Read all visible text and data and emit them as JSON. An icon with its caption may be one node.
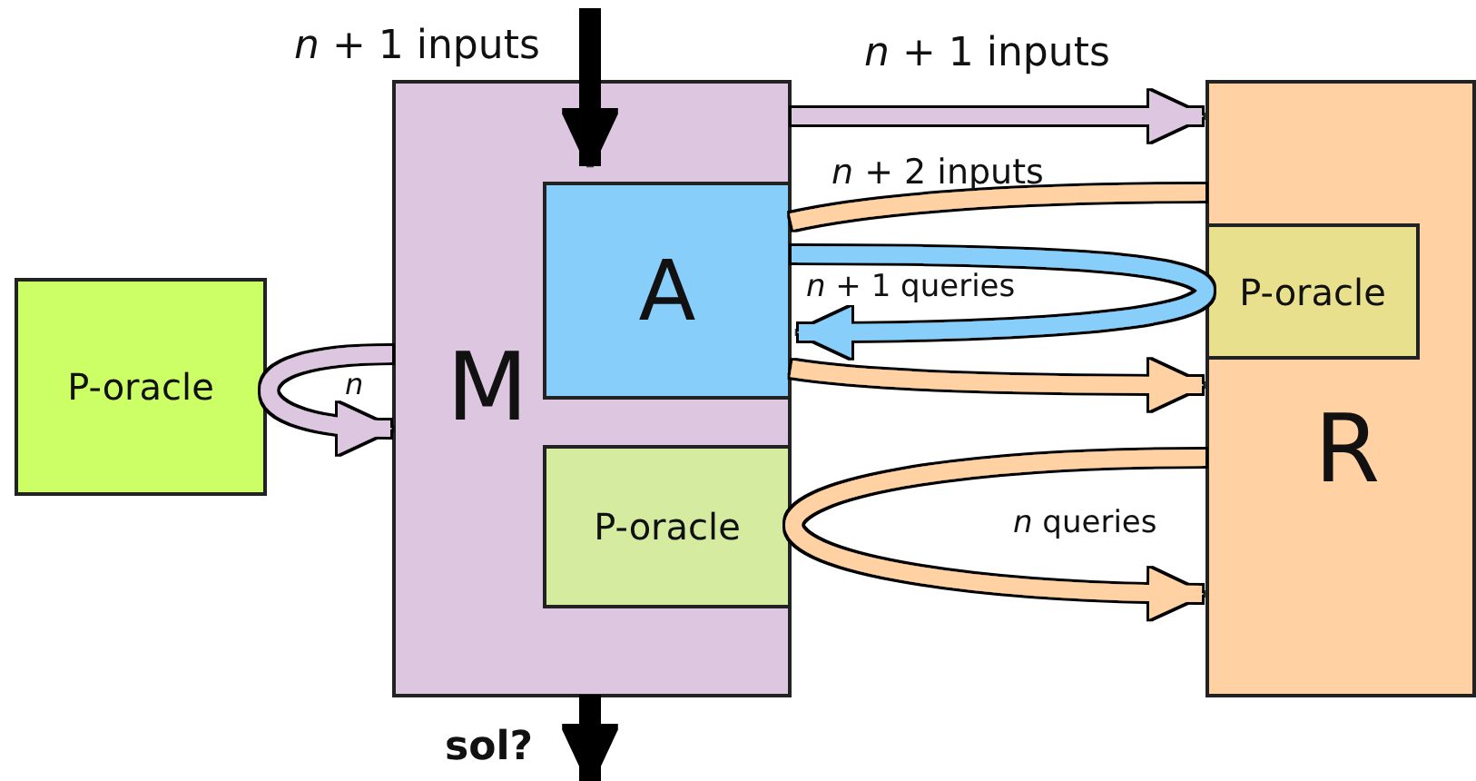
{
  "diagram": {
    "nodes": [
      {
        "text": [
          "P-oracle"
        ]
      },
      {
        "text": [
          "M"
        ]
      },
      {
        "text": [
          "A"
        ],
        "in": 1
      },
      {
        "text": [
          "P-oracle"
        ],
        "in": 1
      },
      {
        "text": [
          "R"
        ]
      },
      {
        "text": [
          "P-oracle"
        ],
        "in": 4
      }
    ],
    "edges": [
      {
        "from": null,
        "to": 1,
        "arrow": "to",
        "label": "*n* + 1 inputs",
        "color": "#000000"
      },
      {
        "from": 1,
        "to": null,
        "arrow": "to",
        "label": "sol?",
        "color": "#000000"
      },
      {
        "from": 1,
        "to": 4,
        "arrow": "to",
        "label": "*n* + 1 inputs",
        "color": "#dcc6e0"
      },
      {
        "from": 4,
        "to": 2,
        "arrow": "none",
        "label": "*n* + 2 inputs",
        "color": "#ffd1a3"
      },
      {
        "from": 2,
        "to": 4,
        "arrow": "to",
        "color": "#ffd1a3"
      },
      {
        "from": 2,
        "to": 5,
        "arrow": "none",
        "color": "#87cefa"
      },
      {
        "from": 5,
        "to": 2,
        "arrow": "to",
        "label": "*n* + 1 queries",
        "color": "#87cefa"
      },
      {
        "from": 1,
        "to": 0,
        "arrow": "none",
        "color": "#dcc6e0"
      },
      {
        "from": 0,
        "to": 1,
        "arrow": "to",
        "label": "*n*",
        "color": "#dcc6e0"
      },
      {
        "from": 4,
        "to": 3,
        "arrow": "none",
        "color": "#ffd1a3"
      },
      {
        "from": 3,
        "to": 4,
        "arrow": "to",
        "label": "*n* queries",
        "color": "#ffd1a3"
      }
    ]
  }
}
